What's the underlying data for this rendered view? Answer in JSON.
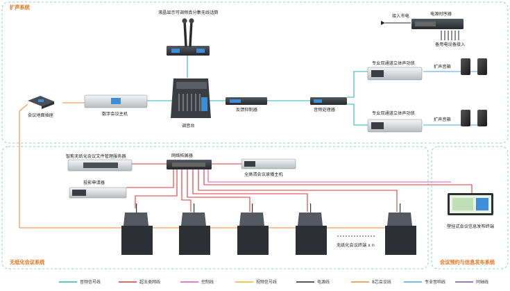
{
  "sections": {
    "pa": "扩声系统",
    "paperless": "无纸化会议系统",
    "booking": "会议预约与信息发布系统"
  },
  "labels": {
    "wireless_mic": "液晶显示可调频真分集无线话筒",
    "mains": "接入市电",
    "sequencer": "电源时序器",
    "backup": "备用电设备接入",
    "amp_top": "专业双通道立体声功放",
    "amp_bottom": "专业双通道立体声功放",
    "speaker_top": "扩声音箱",
    "speaker_bottom": "扩声音箱",
    "floor_socket": "会议地面插座",
    "conf_host": "数字会议主机",
    "mixer": "调音台",
    "feedback": "反馈抑制器",
    "processor": "音频处理器",
    "switch": "网络拓展器",
    "file_server": "智能无纸化会议文件管理服务器",
    "projector_ctrl": "投影申请器",
    "recorder": "全高清会议录播主机",
    "terminal_n": "无纸化会议终端 x n",
    "wall_terminal": "壁挂式会议信息发布终端"
  },
  "legend": [
    {
      "label": "音频信号线",
      "color": "#2bb3b0",
      "style": "solid"
    },
    {
      "label": "超五类网线",
      "color": "#d9383a",
      "style": "solid"
    },
    {
      "label": "控制线",
      "color": "#d957b0",
      "style": "solid"
    },
    {
      "label": "视频信号线",
      "color": "#e0bb2a",
      "style": "solid"
    },
    {
      "label": "电源线",
      "color": "#222222",
      "style": "solid"
    },
    {
      "label": "8芯会议线",
      "color": "#ee8a30",
      "style": "solid"
    },
    {
      "label": "专业音响线",
      "color": "#4aa3d8",
      "style": "solid"
    },
    {
      "label": "同轴线",
      "color": "#7a4fa3",
      "style": "solid"
    }
  ],
  "colors": {
    "section_border": "#8fd0c4",
    "section_title": "#e8731c",
    "device_dark": "#3d4148",
    "device_light": "#c9ccd1",
    "display_blue": "#3c8fd6"
  }
}
